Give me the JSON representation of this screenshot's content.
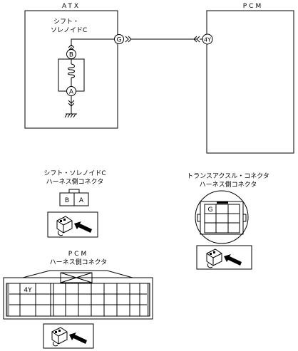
{
  "atx_box": {
    "label": "ATX"
  },
  "pcm_box": {
    "label": "PCM"
  },
  "solenoid": {
    "name_line1": "シフト・",
    "name_line2": "ソレノイドC"
  },
  "terminals": {
    "g": "G",
    "y4": "4Y",
    "b": "B",
    "a": "A"
  },
  "solenoid_connector": {
    "title_line1": "シフト・ソレノイドC",
    "title_line2": "ハーネス側コネクタ",
    "pins": [
      "B",
      "A"
    ]
  },
  "transaxle_connector": {
    "title_line1": "トランスアクスル・コネクタ",
    "title_line2": "ハーネス側コネクタ",
    "pin": "G"
  },
  "pcm_connector": {
    "title_line1": "PCM",
    "title_line2": "ハーネス側コネクタ",
    "pin": "4Y"
  },
  "icons": [
    "connector-view-icon",
    "connector-view-icon",
    "connector-view-icon"
  ]
}
